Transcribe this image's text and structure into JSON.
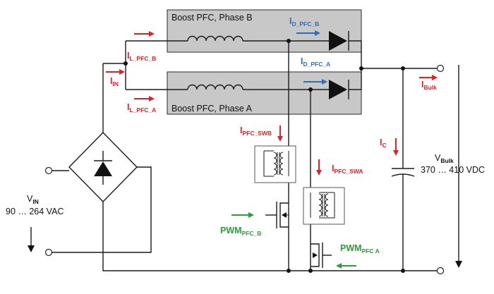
{
  "phase_b_title": "Boost PFC, Phase B",
  "phase_a_title": "Boost PFC, Phase A",
  "labels": {
    "il_pfc_b": {
      "main": "I",
      "sub": "L_PFC_B"
    },
    "il_pfc_a": {
      "main": "I",
      "sub": "L_PFC_A"
    },
    "i_in": {
      "main": "I",
      "sub": "IN"
    },
    "id_pfc_b": {
      "main": "I",
      "sub": "D_PFC_B"
    },
    "id_pfc_a": {
      "main": "I",
      "sub": "D_PFC_A"
    },
    "i_bulk": {
      "main": "I",
      "sub": "Bulk"
    },
    "i_pfc_swb": {
      "main": "I",
      "sub": "PFC_SWB"
    },
    "i_pfc_swa": {
      "main": "I",
      "sub": "PFC_SWA"
    },
    "i_c": {
      "main": "I",
      "sub": "C"
    },
    "v_bulk": {
      "main": "V",
      "sub": "Bulk"
    },
    "v_in": {
      "main": "V",
      "sub": "IN"
    },
    "pwm_b": {
      "main": "PWM",
      "sub": "PFC_B"
    },
    "pwm_a": {
      "main": "PWM",
      "sub": "PFC A"
    }
  },
  "v_bulk_range": "370 … 410 VDC",
  "v_in_range": "90 … 264 VAC",
  "colors": {
    "current_label": "#e31e24",
    "diode_current": "#2f6db5",
    "pwm": "#2e9a3a",
    "stage_box": "#c8c8c8"
  }
}
